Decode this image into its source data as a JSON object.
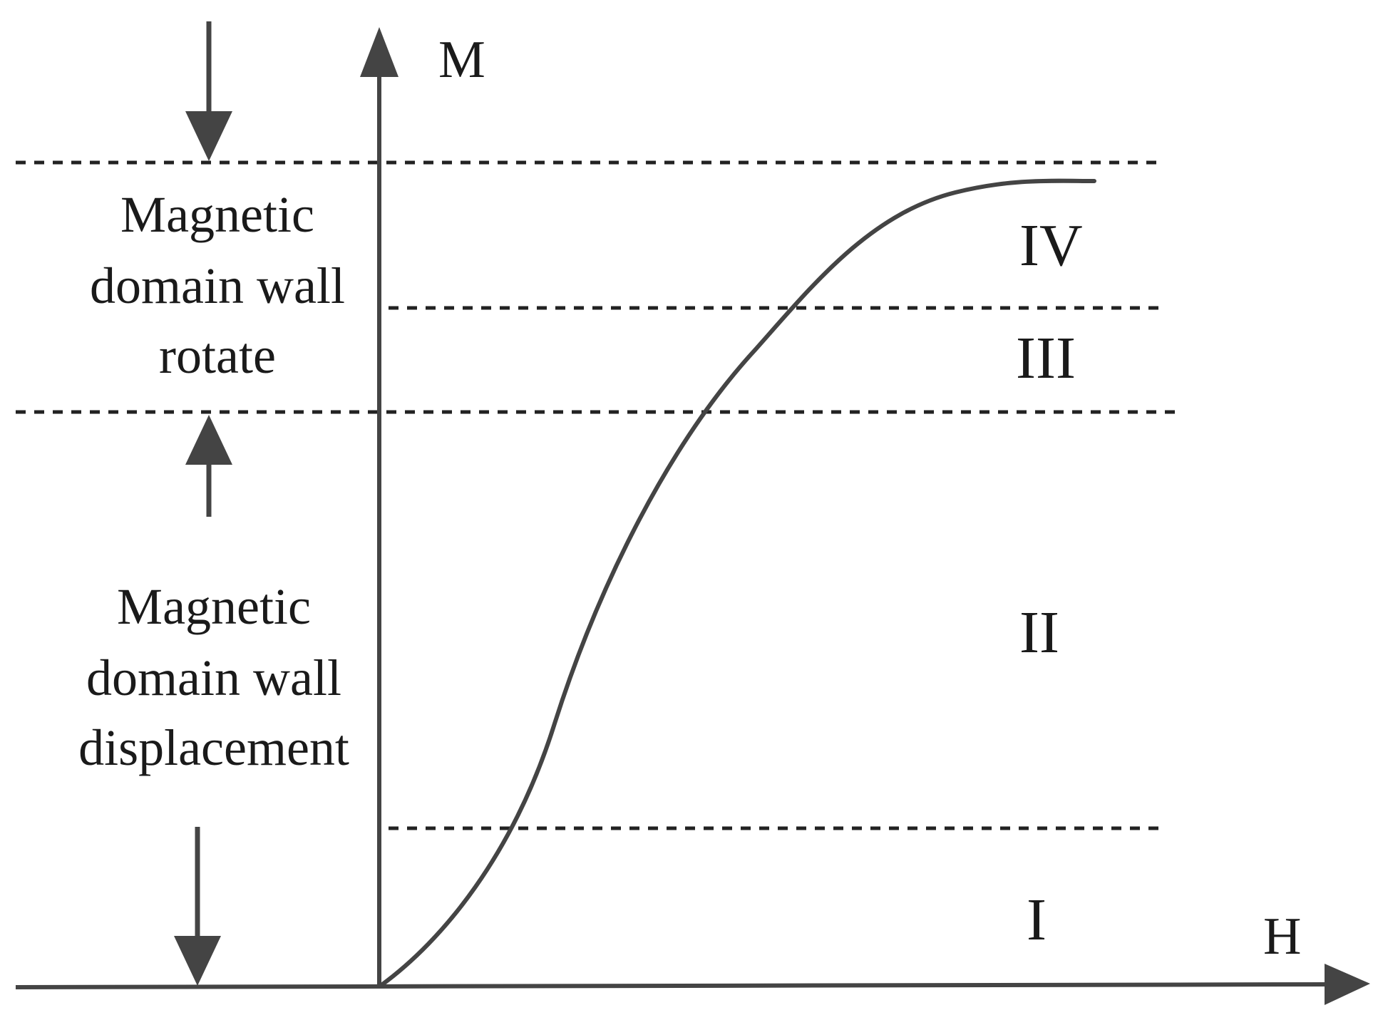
{
  "axes": {
    "y_label": "M",
    "x_label": "H"
  },
  "regions": {
    "r1": "I",
    "r2": "II",
    "r3": "III",
    "r4": "IV"
  },
  "annotations": {
    "rotate": [
      "Magnetic",
      "domain wall",
      "rotate"
    ],
    "displacement": [
      "Magnetic",
      "domain wall",
      "displacement"
    ]
  },
  "colors": {
    "stroke": "#444444",
    "text": "#1a1a1a",
    "background": "#ffffff"
  }
}
